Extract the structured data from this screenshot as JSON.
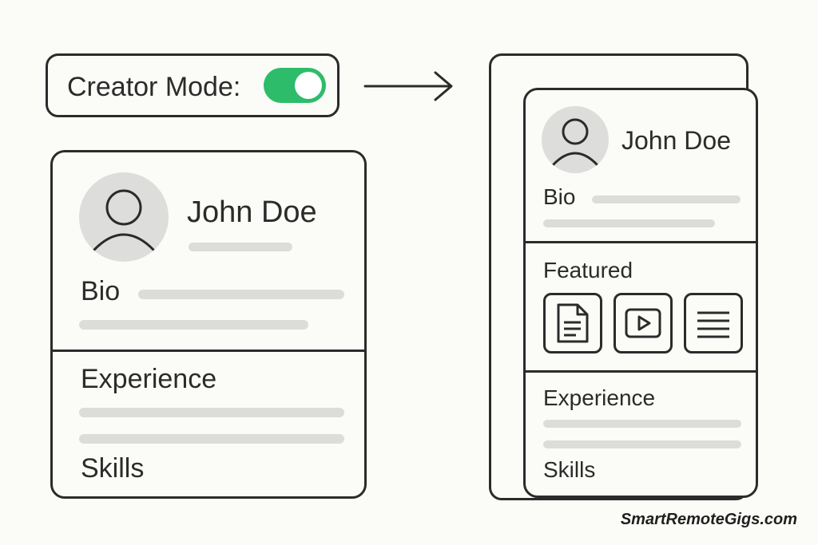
{
  "toggle": {
    "label": "Creator Mode:",
    "state": "on",
    "color": "#2dbc6a"
  },
  "left_card": {
    "name": "John Doe",
    "sections": {
      "bio": "Bio",
      "experience": "Experience",
      "skills": "Skills"
    }
  },
  "right_card": {
    "name": "John Doe",
    "sections": {
      "bio": "Bio",
      "featured": "Featured",
      "experience": "Experience",
      "skills": "Skills"
    },
    "featured_icons": [
      "document-icon",
      "video-play-icon",
      "text-lines-icon"
    ]
  },
  "watermark": "SmartRemoteGigs.com"
}
